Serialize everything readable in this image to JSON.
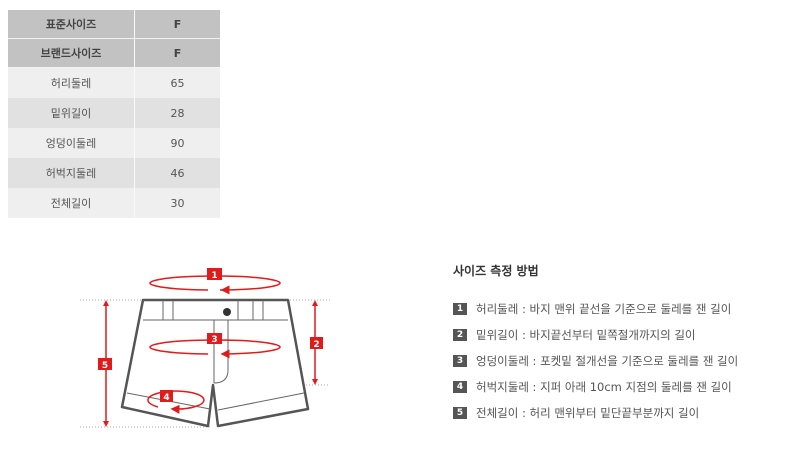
{
  "size_table": {
    "header_rows": [
      {
        "label": "표준사이즈",
        "value": "F"
      },
      {
        "label": "브랜드사이즈",
        "value": "F"
      }
    ],
    "rows": [
      {
        "label": "허리둘레",
        "value": "65"
      },
      {
        "label": "밑위길이",
        "value": "28"
      },
      {
        "label": "엉덩이둘레",
        "value": "90"
      },
      {
        "label": "허벅지둘레",
        "value": "46"
      },
      {
        "label": "전체길이",
        "value": "30"
      }
    ]
  },
  "diagram": {
    "markers": [
      "1",
      "2",
      "3",
      "4",
      "5"
    ],
    "accent": "#e01b1b"
  },
  "guide": {
    "title": "사이즈 측정 방법",
    "items": [
      {
        "num": "1",
        "text": "허리둘레 : 바지 맨위 끝선을 기준으로 둘레를 잰 길이"
      },
      {
        "num": "2",
        "text": "밑위길이 : 바지끝선부터 밑쪽절개까지의 길이"
      },
      {
        "num": "3",
        "text": "엉덩이둘레 : 포켓밑 절개선을 기준으로 둘레를 잰 길이"
      },
      {
        "num": "4",
        "text": "허벅지둘레 : 지퍼 아래 10cm 지점의 둘레를 잰 길이"
      },
      {
        "num": "5",
        "text": "전체길이 : 허리 맨위부터 밑단끝부분까지 길이"
      }
    ]
  }
}
